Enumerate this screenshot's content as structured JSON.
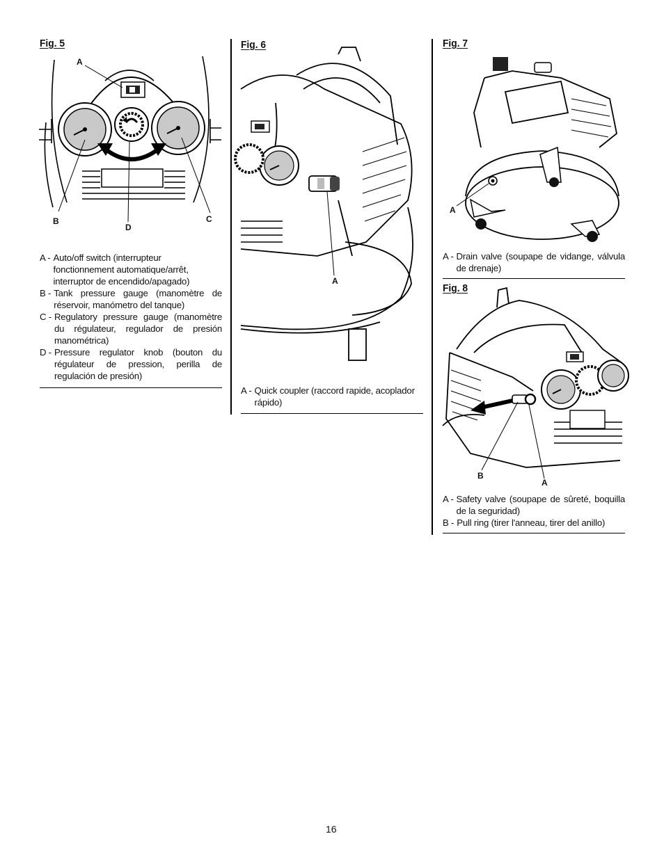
{
  "fig5": {
    "title": "Fig. 5",
    "callouts": {
      "a": "A",
      "b": "B",
      "c": "C",
      "d": "D"
    },
    "items": [
      {
        "key": "A -",
        "text": "Auto/off switch (interrupteur fonctionnement automatique/arrêt, interruptor de encendido/apagado)"
      },
      {
        "key": "B -",
        "text": "Tank pressure gauge (manomètre de réservoir, manómetro del tanque)"
      },
      {
        "key": "C -",
        "text": "Regulatory pressure gauge (manomètre du régulateur, regulador de presión manométrica)"
      },
      {
        "key": "D -",
        "text": "Pressure regulator knob (bouton du régulateur de pression, perilla de regulación de presión)"
      }
    ]
  },
  "fig6": {
    "title": "Fig. 6",
    "callouts": {
      "a": "A"
    },
    "items": [
      {
        "key": "A -",
        "text": "Quick coupler (raccord rapide, acoplador rápido)"
      }
    ]
  },
  "fig7": {
    "title": "Fig. 7",
    "callouts": {
      "a": "A"
    },
    "items": [
      {
        "key": "A -",
        "text": "Drain valve (soupape de vidange, válvula de drenaje)"
      }
    ]
  },
  "fig8": {
    "title": "Fig. 8",
    "callouts": {
      "a": "A",
      "b": "B"
    },
    "items": [
      {
        "key": "A -",
        "text": "Safety valve (soupape de sûreté, boquilla de la seguridad)"
      },
      {
        "key": "B -",
        "text": "Pull ring (tirer l'anneau, tirer del anillo)"
      }
    ]
  },
  "page_number": "16"
}
